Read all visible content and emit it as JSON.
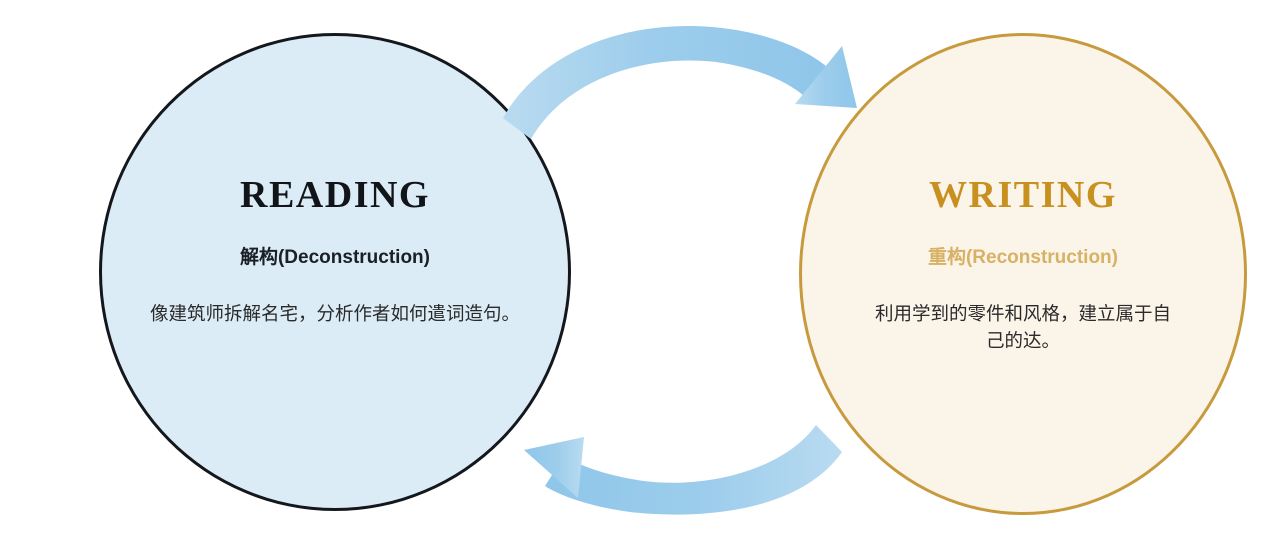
{
  "diagram": {
    "type": "two-node-cycle",
    "background_color": "#ffffff",
    "nodes": [
      {
        "id": "reading",
        "title": "READING",
        "subtitle": "解构(Deconstruction)",
        "body": "像建筑师拆解名宅，分析作者如何遣词造句。",
        "fill_color": "#dbecf6",
        "border_color": "#14181c",
        "title_color": "#111418",
        "subtitle_color": "#1b2026",
        "body_color": "#2a2a2a"
      },
      {
        "id": "writing",
        "title": "WRITING",
        "subtitle": "重构(Reconstruction)",
        "body": "利用学到的零件和风格，建立属于自己的达。",
        "fill_color": "#fbf4e9",
        "border_color": "#c79a3e",
        "title_color": "#c8901e",
        "subtitle_color": "#d7b164",
        "body_color": "#2a2a2a"
      }
    ],
    "arrows": [
      {
        "id": "reading-to-writing",
        "direction": "left-to-right",
        "position": "top",
        "color": "#9dcdec"
      },
      {
        "id": "writing-to-reading",
        "direction": "right-to-left",
        "position": "bottom",
        "color": "#9dcdec"
      }
    ]
  }
}
